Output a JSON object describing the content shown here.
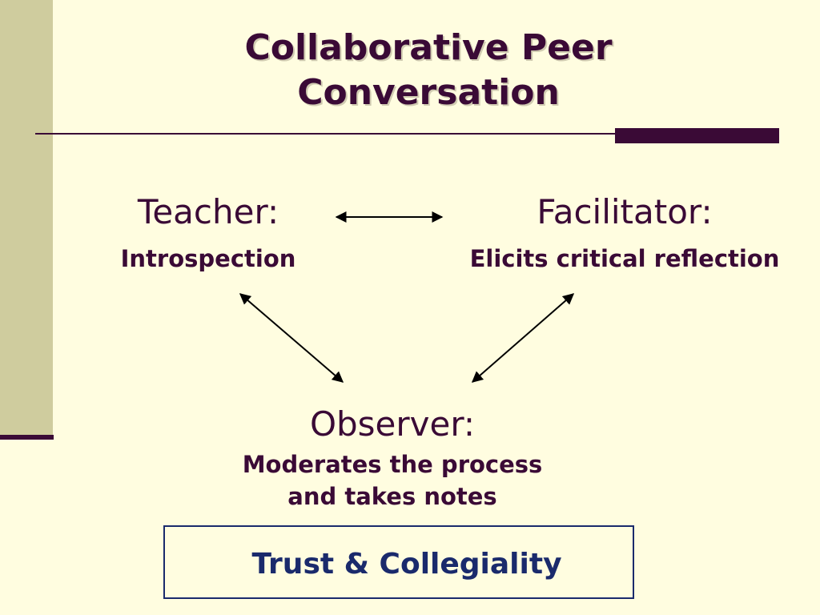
{
  "slide": {
    "title": "Collaborative Peer\nConversation",
    "colors": {
      "background": "#FFFDE0",
      "accent_dark": "#3A0A36",
      "side_bar": "#CFCC9E",
      "box_text": "#1A2A6C"
    }
  },
  "roles": {
    "teacher": {
      "heading": "Teacher:",
      "description": "Introspection"
    },
    "facilitator": {
      "heading": "Facilitator:",
      "description": "Elicits critical reflection"
    },
    "observer": {
      "heading": "Observer:",
      "description": "Moderates the process\nand takes notes"
    }
  },
  "footer_box": {
    "label": "Trust & Collegiality"
  }
}
